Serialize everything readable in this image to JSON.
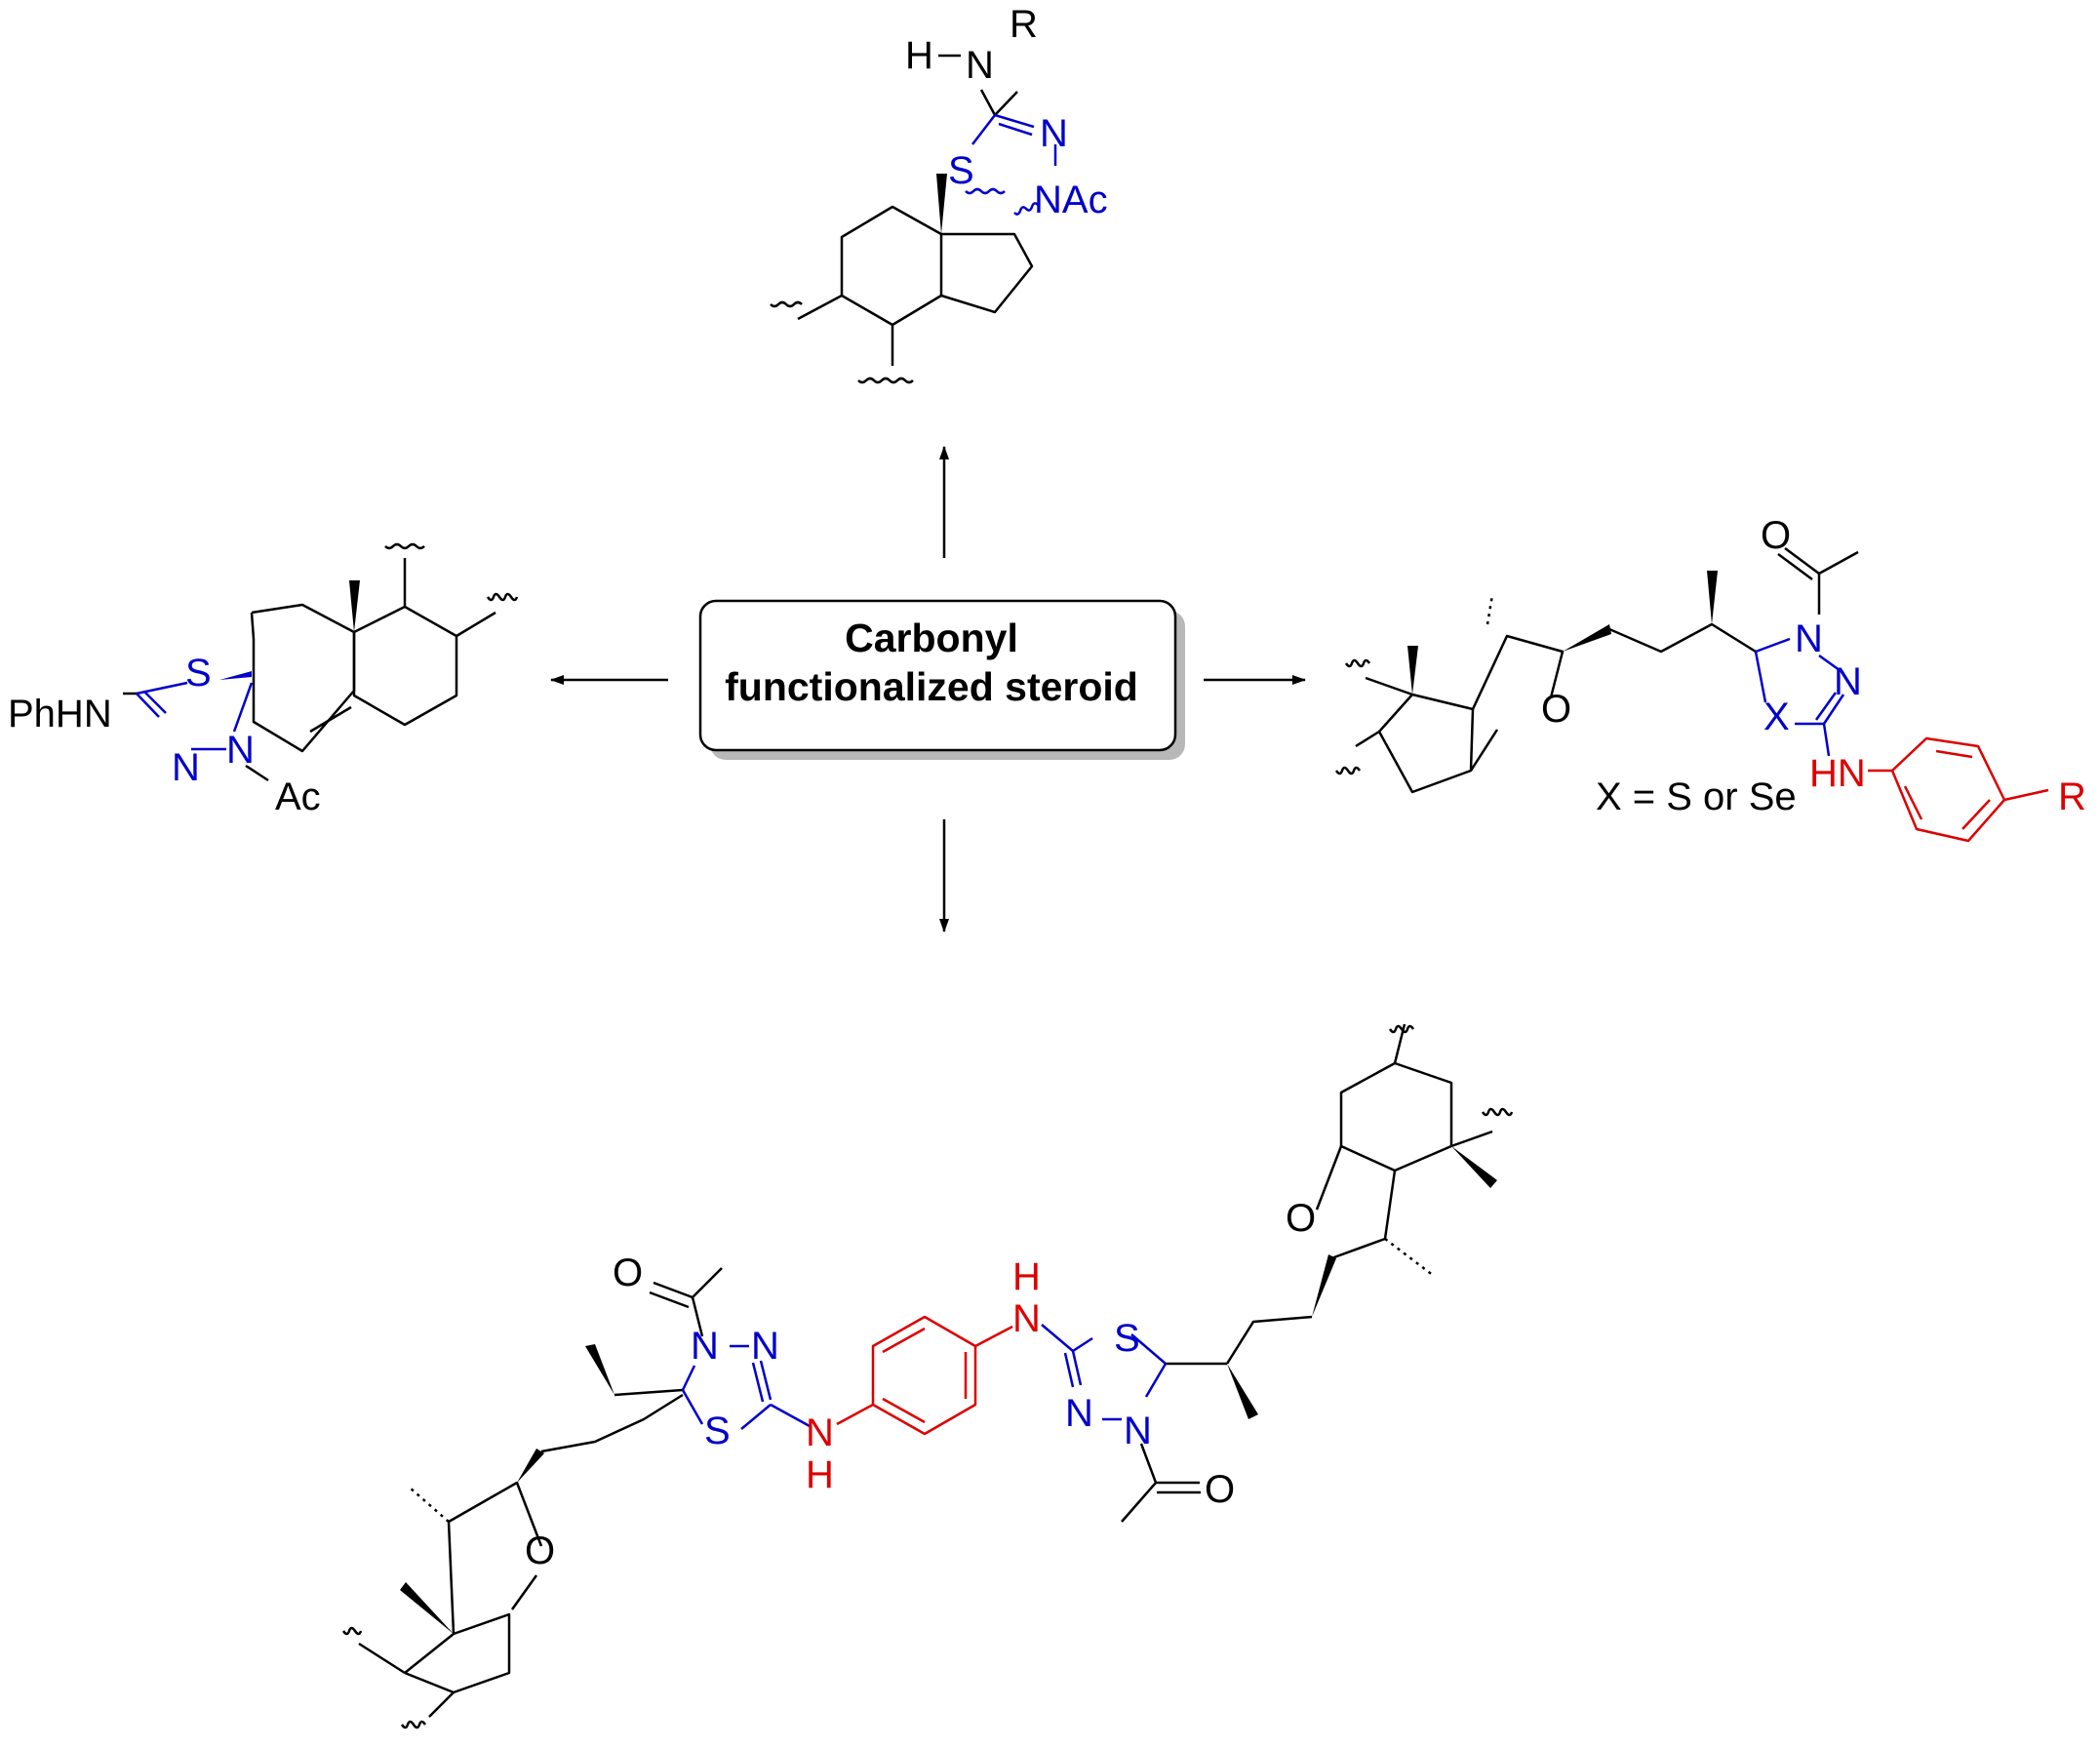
{
  "center_box": {
    "line1": "Carbonyl",
    "line2": "functionalized steroid"
  },
  "colors": {
    "bond": "#000000",
    "heterocycle": "#0000cc",
    "aryl_linker": "#dd0000",
    "box_shadow": "#b8b8b8"
  },
  "top_structure": {
    "h": "H",
    "n_amine": "N",
    "r": "R",
    "s": "S",
    "n_ring": "N",
    "nac": "NAc"
  },
  "left_structure": {
    "phhn": "PhHN",
    "s": "S",
    "n1": "N",
    "n2": "N",
    "ac": "Ac"
  },
  "right_structure": {
    "o_carbonyl": "O",
    "n1": "N",
    "n2": "N",
    "x": "X",
    "hn": "HN",
    "r": "R",
    "o_ring": "O",
    "x_note": "X = S or Se"
  },
  "bottom_structure": {
    "left_half": {
      "o_carbonyl": "O",
      "n1": "N",
      "n2": "N",
      "s": "S",
      "nh_n": "N",
      "nh_h": "H",
      "o_ring": "O"
    },
    "right_half": {
      "nh_h": "H",
      "nh_n": "N",
      "s": "S",
      "n1": "N",
      "n2": "N",
      "o_carbonyl": "O",
      "o_ring": "O"
    }
  }
}
